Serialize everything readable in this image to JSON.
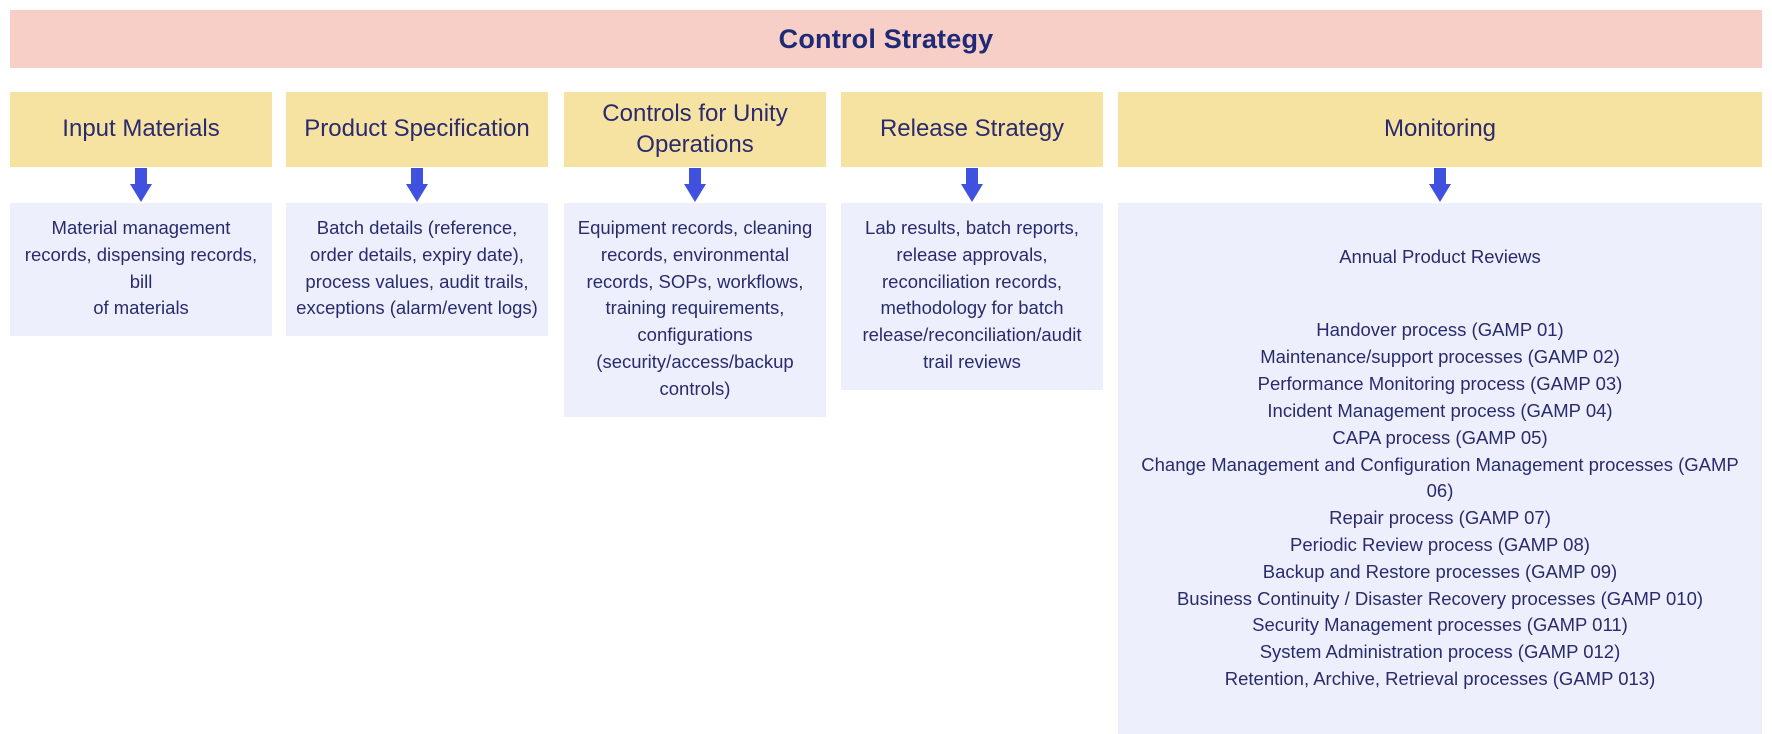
{
  "banner": {
    "title": "Control Strategy",
    "background_color": "#F7CFC6",
    "text_color": "#1F2A77"
  },
  "theme": {
    "header_bg": "#F7E3A1",
    "body_bg": "#EDF0FC",
    "text_color": "#2A2A6E",
    "arrow_color": "#4051E0",
    "page_bg": "#FFFFFF"
  },
  "columns": [
    {
      "header": "Input Materials",
      "arrow_icon": "down-arrow-icon",
      "body": "Material management\nrecords, dispensing records, bill\nof materials"
    },
    {
      "header": "Product\nSpecification",
      "arrow_icon": "down-arrow-icon",
      "body": "Batch details (reference, order details, expiry date), process values, audit trails, exceptions (alarm/event logs)"
    },
    {
      "header": "Controls for Unity\nOperations",
      "arrow_icon": "down-arrow-icon",
      "body": "Equipment records, cleaning records, environmental records, SOPs, workflows, training requirements, configurations (security/access/backup controls)"
    },
    {
      "header": "Release Strategy",
      "arrow_icon": "down-arrow-icon",
      "body": "Lab results, batch reports, release approvals, reconciliation records, methodology for batch release/reconciliation/audit trail reviews"
    },
    {
      "header": "Monitoring",
      "arrow_icon": "down-arrow-icon",
      "lead": "Annual Product Reviews",
      "items": [
        "Handover process (GAMP 01)",
        "Maintenance/support processes (GAMP 02)",
        "Performance Monitoring process (GAMP 03)",
        "Incident Management process (GAMP 04)",
        "CAPA process (GAMP 05)",
        "Change Management and Configuration Management processes (GAMP 06)",
        "Repair process (GAMP 07)",
        "Periodic Review process (GAMP 08)",
        "Backup and Restore processes (GAMP 09)",
        "Business Continuity / Disaster Recovery processes (GAMP 010)",
        "Security Management processes (GAMP 011)",
        "System Administration process (GAMP 012)",
        "Retention, Archive, Retrieval processes (GAMP 013)"
      ]
    }
  ]
}
